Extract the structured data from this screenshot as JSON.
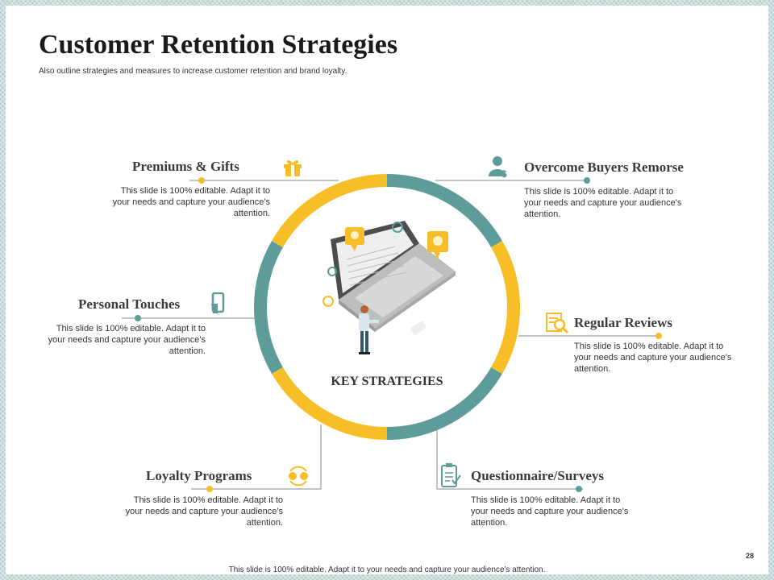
{
  "header": {
    "title": "Customer Retention Strategies",
    "subtitle": "Also outline strategies and measures to increase customer retention and brand loyalty."
  },
  "center": {
    "label": "KEY STRATEGIES"
  },
  "strategies": [
    {
      "title": "Premiums & Gifts",
      "description": "This slide is 100% editable. Adapt it to your needs and capture your audience's attention.",
      "icon": "gift-icon"
    },
    {
      "title": "Overcome Buyers Remorse",
      "description": "This slide is 100% editable. Adapt it to your needs and capture your audience's attention.",
      "icon": "user-dollar-icon"
    },
    {
      "title": "Personal Touches",
      "description": "This slide is 100% editable. Adapt it to your needs and capture your audience's attention.",
      "icon": "hand-touch-icon"
    },
    {
      "title": "Regular Reviews",
      "description": "This slide is 100% editable. Adapt it to your needs and capture your audience's attention.",
      "icon": "document-search-icon"
    },
    {
      "title": "Loyalty Programs",
      "description": "This slide is 100% editable. Adapt it to your needs and capture your audience's attention.",
      "icon": "loyalty-cycle-icon"
    },
    {
      "title": "Questionnaire/Surveys",
      "description": "This slide is 100% editable. Adapt it to your needs and capture your audience's attention.",
      "icon": "clipboard-checklist-icon"
    }
  ],
  "footer": {
    "note": "This slide is 100% editable.  Adapt it to your needs and capture your audience's attention.",
    "page_number": "28"
  },
  "colors": {
    "yellow": "#F8BE28",
    "teal": "#5E9C99"
  }
}
